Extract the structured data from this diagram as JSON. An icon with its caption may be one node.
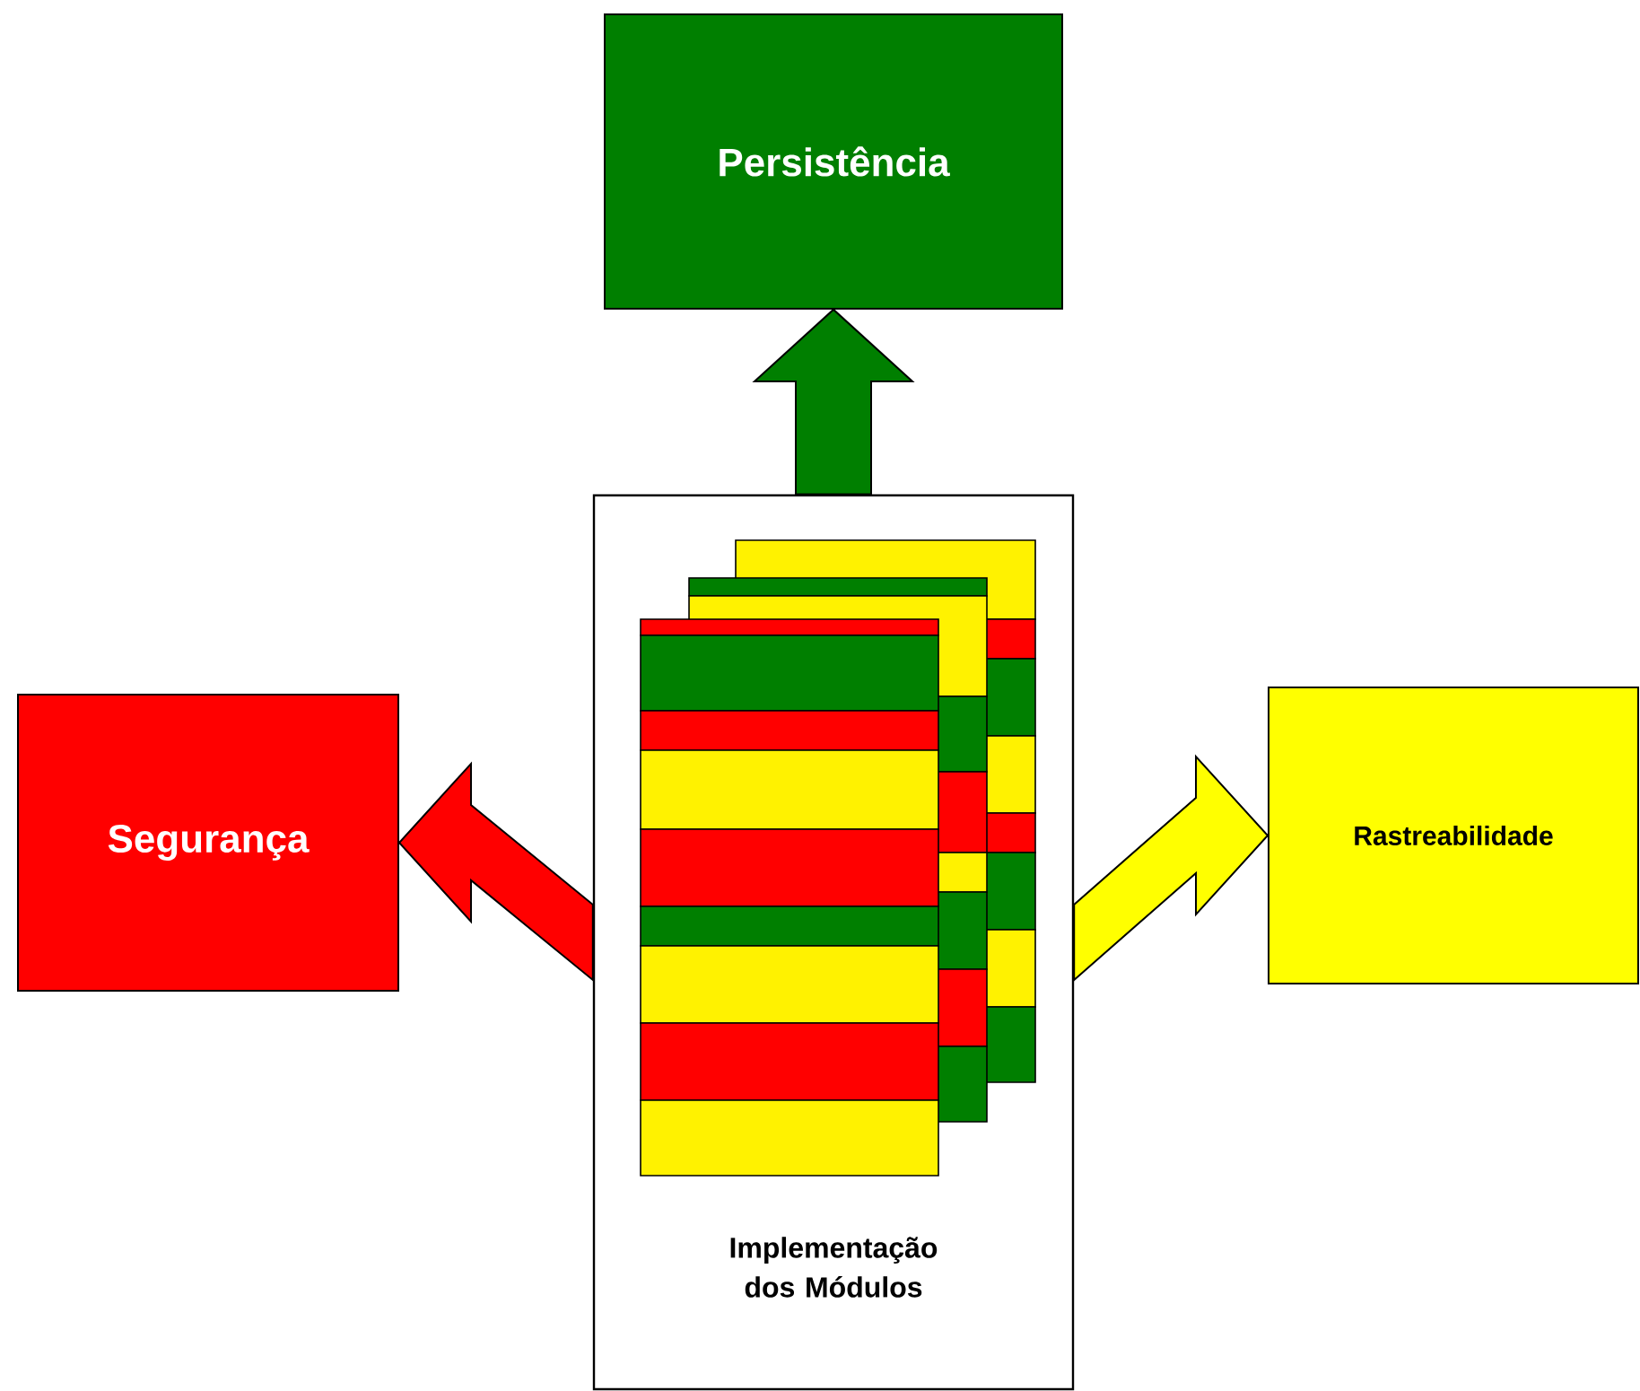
{
  "diagram": {
    "nodes": [
      {
        "text": [
          "Persistência"
        ]
      },
      {
        "text": [
          "Segurança"
        ]
      },
      {
        "text": [
          "Implementação dos Módulos"
        ]
      },
      {
        "text": [
          "Rastreabilidade"
        ]
      }
    ],
    "edges": [
      {
        "from": 2,
        "to": 0,
        "arrow": "to",
        "color": "#007f00"
      },
      {
        "from": 2,
        "to": 1,
        "arrow": "to",
        "color": "#ff0000"
      },
      {
        "from": 2,
        "to": 3,
        "arrow": "to",
        "color": "#ffff00"
      }
    ]
  }
}
